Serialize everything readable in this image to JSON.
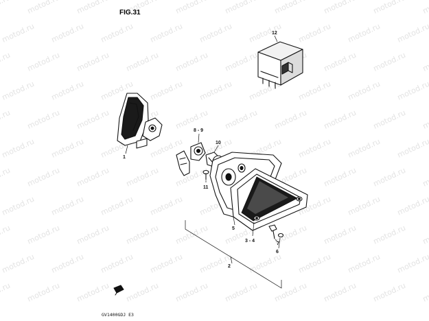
{
  "figure": {
    "title": "FIG.31",
    "footer_code": "GV1400GDJ  E3"
  },
  "watermark": {
    "text": "motod.ru"
  },
  "callouts": {
    "part_1": "1",
    "part_2": "2",
    "part_3_4": "3 - 4",
    "part_5": "5",
    "part_6": "6",
    "part_7": "7",
    "part_8_9": "8 - 9",
    "part_10": "10",
    "part_11": "11",
    "part_12": "12"
  },
  "colors": {
    "ink": "#111111",
    "watermark": "#e3e3e3",
    "background": "#ffffff"
  }
}
